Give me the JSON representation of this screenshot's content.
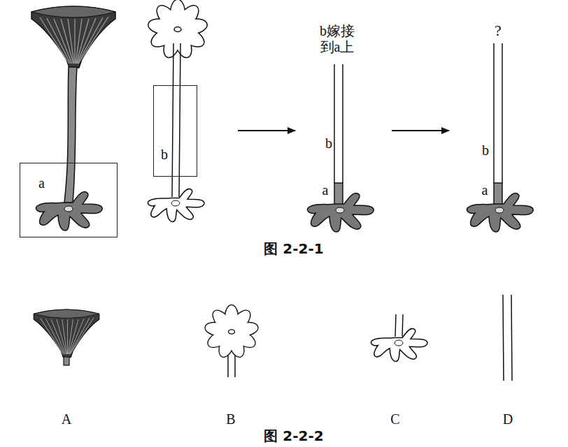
{
  "diagram": {
    "nodes": [
      {
        "text": [
          "a"
        ]
      },
      {
        "text": [
          "b"
        ]
      }
    ],
    "labels": [
      "b嫁接 到a上",
      "b",
      "a",
      "?",
      "b",
      "a",
      "图 2-2-1",
      "A",
      "B",
      "C",
      "D",
      "图 2-2-2"
    ]
  }
}
